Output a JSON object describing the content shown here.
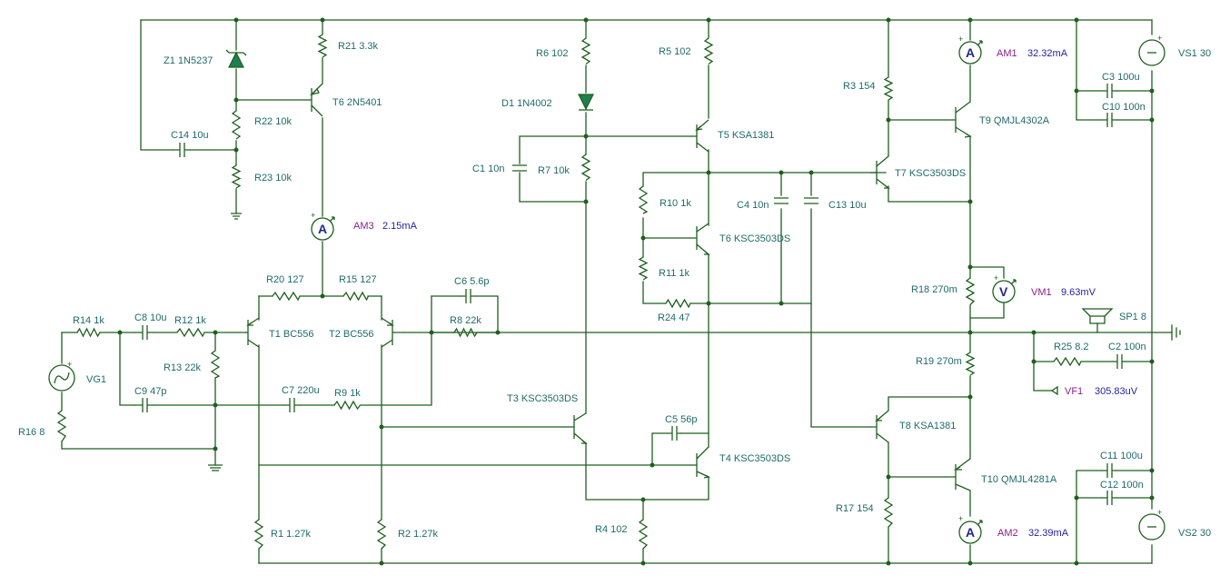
{
  "components": {
    "z1": "Z1 1N5237",
    "r21": "R21 3.3k",
    "t6a": "T6 2N5401",
    "r22": "R22 10k",
    "c14": "C14 10u",
    "r23": "R23 10k",
    "r6": "R6 102",
    "r5": "R5 102",
    "d1": "D1 1N4002",
    "t5": "T5 KSA1381",
    "c1": "C1 10n",
    "r7": "R7 10k",
    "r10": "R10 1k",
    "t6b": "T6 KSC3503DS",
    "r11": "R11 1k",
    "r24": "R24 47",
    "c4": "C4 10n",
    "c13": "C13 10u",
    "r3": "R3 154",
    "t9": "T9 QMJL4302A",
    "t7": "T7 KSC3503DS",
    "c3": "C3 100u",
    "c10": "C10 100n",
    "vs1": "VS1 30",
    "r18": "R18 270m",
    "sp1": "SP1 8",
    "r19": "R19 270m",
    "r25": "R25 8.2",
    "c2": "C2 100n",
    "t8": "T8 KSA1381",
    "t10": "T10 QMJL4281A",
    "r17": "R17 154",
    "c11": "C11 100u",
    "c12": "C12 100n",
    "vs2": "VS2 30",
    "r20": "R20 127",
    "r15": "R15 127",
    "c6": "C6 5.6p",
    "r8": "R8 22k",
    "r14": "R14 1k",
    "c8": "C8 10u",
    "r12": "R12 1k",
    "t1": "T1 BC556",
    "t2": "T2 BC556",
    "r13": "R13 22k",
    "vg1": "VG1",
    "c9": "C9 47p",
    "c7": "C7 220u",
    "r9": "R9 1k",
    "r16": "R16 8",
    "t3": "T3 KSC3503DS",
    "c5": "C5 56p",
    "t4": "T4 KSC3503DS",
    "r4": "R4 102",
    "r1": "R1 1.27k",
    "r2": "R2 1.27k"
  },
  "meters": {
    "am1": {
      "name": "AM1",
      "value": "32.32mA",
      "letter": "A"
    },
    "am2": {
      "name": "AM2",
      "value": "32.39mA",
      "letter": "A"
    },
    "am3": {
      "name": "AM3",
      "value": "2.15mA",
      "letter": "A"
    },
    "vm1": {
      "name": "VM1",
      "value": "9.63mV",
      "letter": "V"
    },
    "vf1": {
      "name": "VF1",
      "value": "305.83uV"
    }
  },
  "colors": {
    "wire": "#1f5f1f",
    "label": "#1f6a6a",
    "meter_name": "#8a1f8a",
    "meter_value": "#1f1f9a"
  }
}
